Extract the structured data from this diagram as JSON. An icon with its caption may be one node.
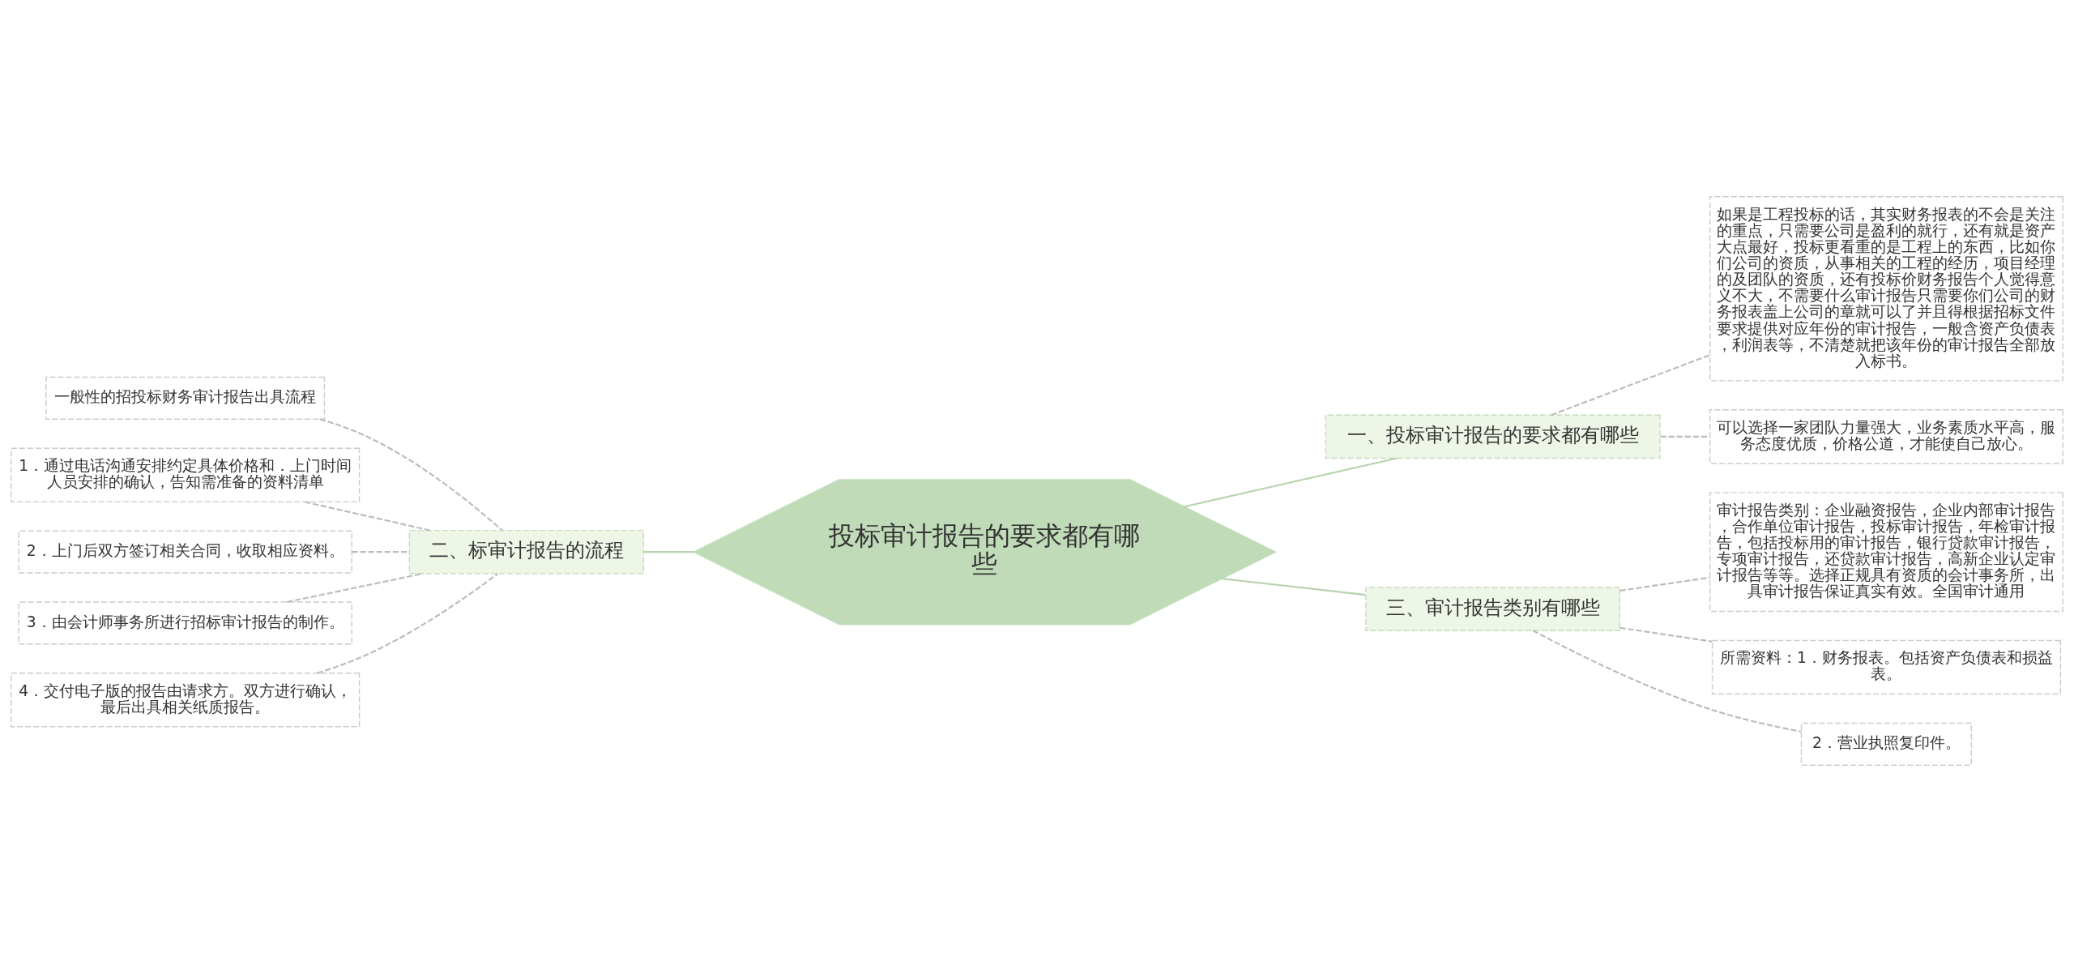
{
  "diagram": {
    "nodes": [
      {
        "text": [
          "投标审计报告的要求都有哪些"
        ]
      },
      {
        "text": [
          "一、投标审计报告的要求都有哪些"
        ]
      },
      {
        "text": [
          "如果是工程投标的话，其实财务报表的不会是关注的重点，只需要公司是盈利的就行，还有就是资产大点最好，投标更看重的是工程上的东西，比如你们公司的资质，从事相关的工程的经历，项目经理的及团队的资质，还有投标价财务报告个人觉得意义不大，不需要什么审计报告只需要你们公司的财务报表盖上公司的章就可以了并且得根据招标文件要求提供对应年份的审计报告，一般含资产负债表，利润表等，不清楚就把该年份的审计报告全部放入标书。"
        ]
      },
      {
        "text": [
          "可以选择一家团队力量强大，业务素质水平高，服务态度优质，价格公道，才能使自己放心。"
        ]
      },
      {
        "text": [
          "二、标审计报告的流程"
        ]
      },
      {
        "text": [
          "一般性的招投标财务审计报告出具流程"
        ]
      },
      {
        "text": [
          "1．通过电话沟通安排约定具体价格和．上门时间人员安排的确认，告知需准备的资料清单"
        ]
      },
      {
        "text": [
          "2．上门后双方签订相关合同，收取相应资料。"
        ]
      },
      {
        "text": [
          "3．由会计师事务所进行招标审计报告的制作。"
        ]
      },
      {
        "text": [
          "4．交付电子版的报告由请求方。双方进行确认，最后出具相关纸质报告。"
        ]
      },
      {
        "text": [
          "三、审计报告类别有哪些"
        ]
      },
      {
        "text": [
          "审计报告类别：企业融资报告，企业内部审计报告，合作单位审计报告，投标审计报告，年检审计报告，包括投标用的审计报告，银行贷款审计报告，专项审计报告，还贷款审计报告，高新企业认定审计报告等等。选择正规具有资质的会计事务所，出具审计报告保证真实有效。全国审计通用"
        ]
      },
      {
        "text": [
          "所需资料：1．财务报表。包括资产负债表和损益表。"
        ]
      },
      {
        "text": [
          "2．营业执照复印件。"
        ]
      }
    ],
    "edges": [
      {
        "from": 0,
        "to": 1,
        "arrow": "none",
        "color": "#b5d3ad"
      },
      {
        "from": 1,
        "to": 2,
        "arrow": "none",
        "style": "dashed"
      },
      {
        "from": 1,
        "to": 3,
        "arrow": "none",
        "style": "dashed"
      },
      {
        "from": 0,
        "to": 4,
        "arrow": "none",
        "color": "#b5d3ad"
      },
      {
        "from": 4,
        "to": 5,
        "arrow": "none",
        "style": "dashed"
      },
      {
        "from": 4,
        "to": 6,
        "arrow": "none",
        "style": "dashed"
      },
      {
        "from": 4,
        "to": 7,
        "arrow": "none",
        "style": "dashed"
      },
      {
        "from": 4,
        "to": 8,
        "arrow": "none",
        "style": "dashed"
      },
      {
        "from": 4,
        "to": 9,
        "arrow": "none",
        "style": "dashed"
      },
      {
        "from": 0,
        "to": 10,
        "arrow": "none",
        "color": "#b5d3ad"
      },
      {
        "from": 10,
        "to": 11,
        "arrow": "none",
        "style": "dashed"
      },
      {
        "from": 10,
        "to": 12,
        "arrow": "none",
        "style": "dashed"
      },
      {
        "from": 10,
        "to": 13,
        "arrow": "none",
        "style": "dashed"
      }
    ]
  }
}
